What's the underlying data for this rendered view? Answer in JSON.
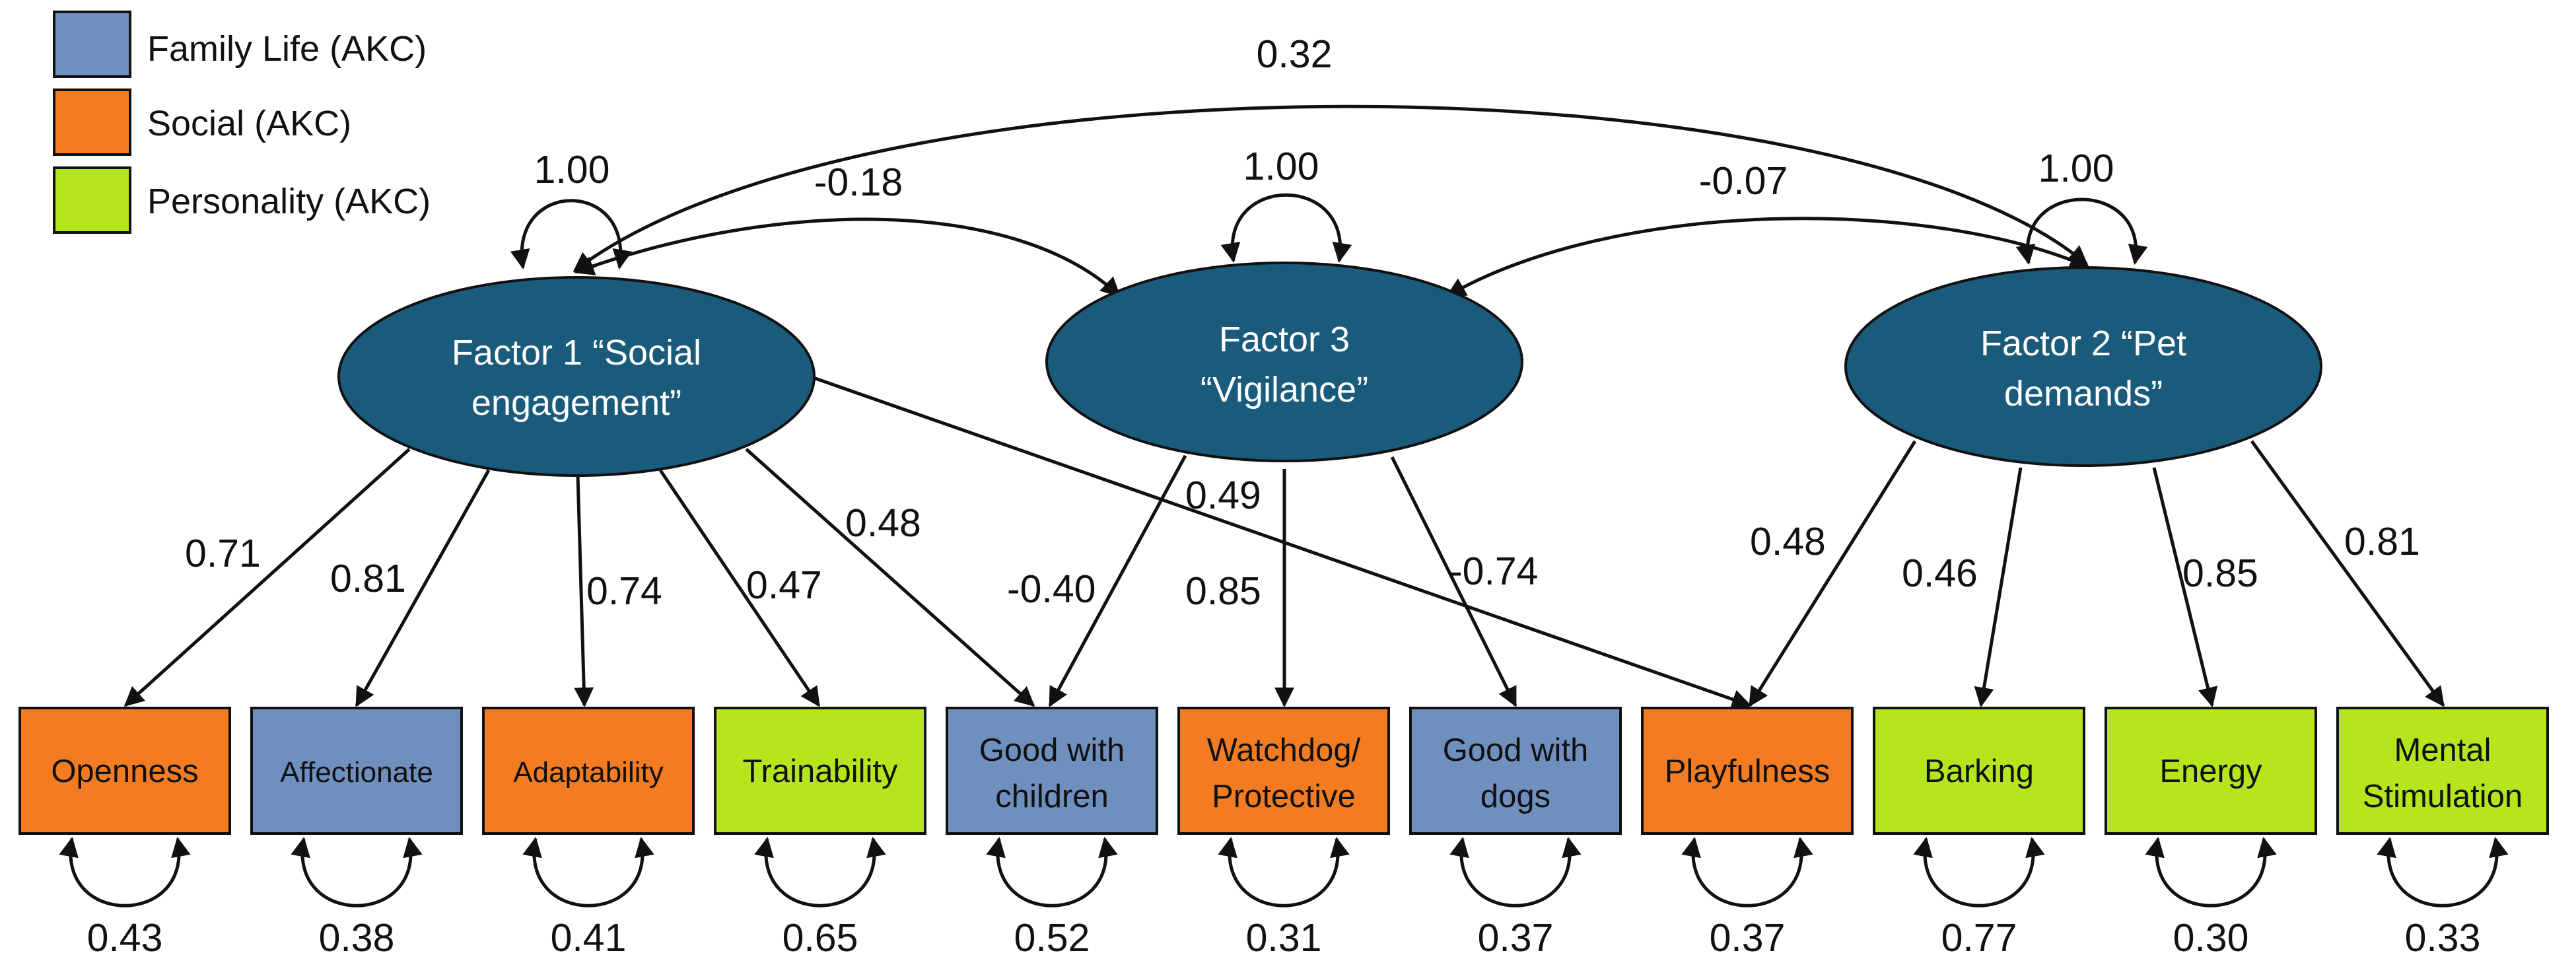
{
  "colors": {
    "family_life": "#6f8fbf",
    "social": "#f37c22",
    "personality": "#b5e61d",
    "factor": "#1a5b7c",
    "edge": "#111111"
  },
  "legend": [
    {
      "label": "Family Life (AKC)",
      "color": "#6f8fbf"
    },
    {
      "label": "Social (AKC)",
      "color": "#f37c22"
    },
    {
      "label": "Personality (AKC)",
      "color": "#b5e61d"
    }
  ],
  "factors": {
    "social_engagement": {
      "line1": "Factor 1 “Social",
      "line2": "engagement”",
      "variance": "1.00"
    },
    "vigilance": {
      "line1": "Factor 3",
      "line2": "“Vigilance”",
      "variance": "1.00"
    },
    "pet_demands": {
      "line1": "Factor 2 “Pet",
      "line2": "demands”",
      "variance": "1.00"
    }
  },
  "covariances": {
    "f1_f3": "-0.18",
    "f3_f2": "-0.07",
    "f1_f2": "0.32"
  },
  "indicators": [
    {
      "line1": "Openness",
      "line2": "",
      "category": "social",
      "loading": "0.71",
      "residual": "0.43"
    },
    {
      "line1": "Affectionate",
      "line2": "",
      "category": "family_life",
      "loading": "0.81",
      "residual": "0.38"
    },
    {
      "line1": "Adaptability",
      "line2": "",
      "category": "social",
      "loading": "0.74",
      "residual": "0.41"
    },
    {
      "line1": "Trainability",
      "line2": "",
      "category": "personality",
      "loading": "0.47",
      "residual": "0.65"
    },
    {
      "line1": "Good with",
      "line2": "children",
      "category": "family_life",
      "loading": "0.48",
      "loading2": "-0.40",
      "residual": "0.52"
    },
    {
      "line1": "Watchdog/",
      "line2": "Protective",
      "category": "social",
      "loading": "0.85",
      "residual": "0.31"
    },
    {
      "line1": "Good with",
      "line2": "dogs",
      "category": "family_life",
      "loading": "-0.74",
      "residual": "0.37"
    },
    {
      "line1": "Playfulness",
      "line2": "",
      "category": "social",
      "loading": "0.49",
      "loading2": "0.48",
      "residual": "0.37"
    },
    {
      "line1": "Barking",
      "line2": "",
      "category": "personality",
      "loading": "0.46",
      "residual": "0.77"
    },
    {
      "line1": "Energy",
      "line2": "",
      "category": "personality",
      "loading": "0.85",
      "residual": "0.30"
    },
    {
      "line1": "Mental",
      "line2": "Stimulation",
      "category": "personality",
      "loading": "0.81",
      "residual": "0.33"
    }
  ]
}
